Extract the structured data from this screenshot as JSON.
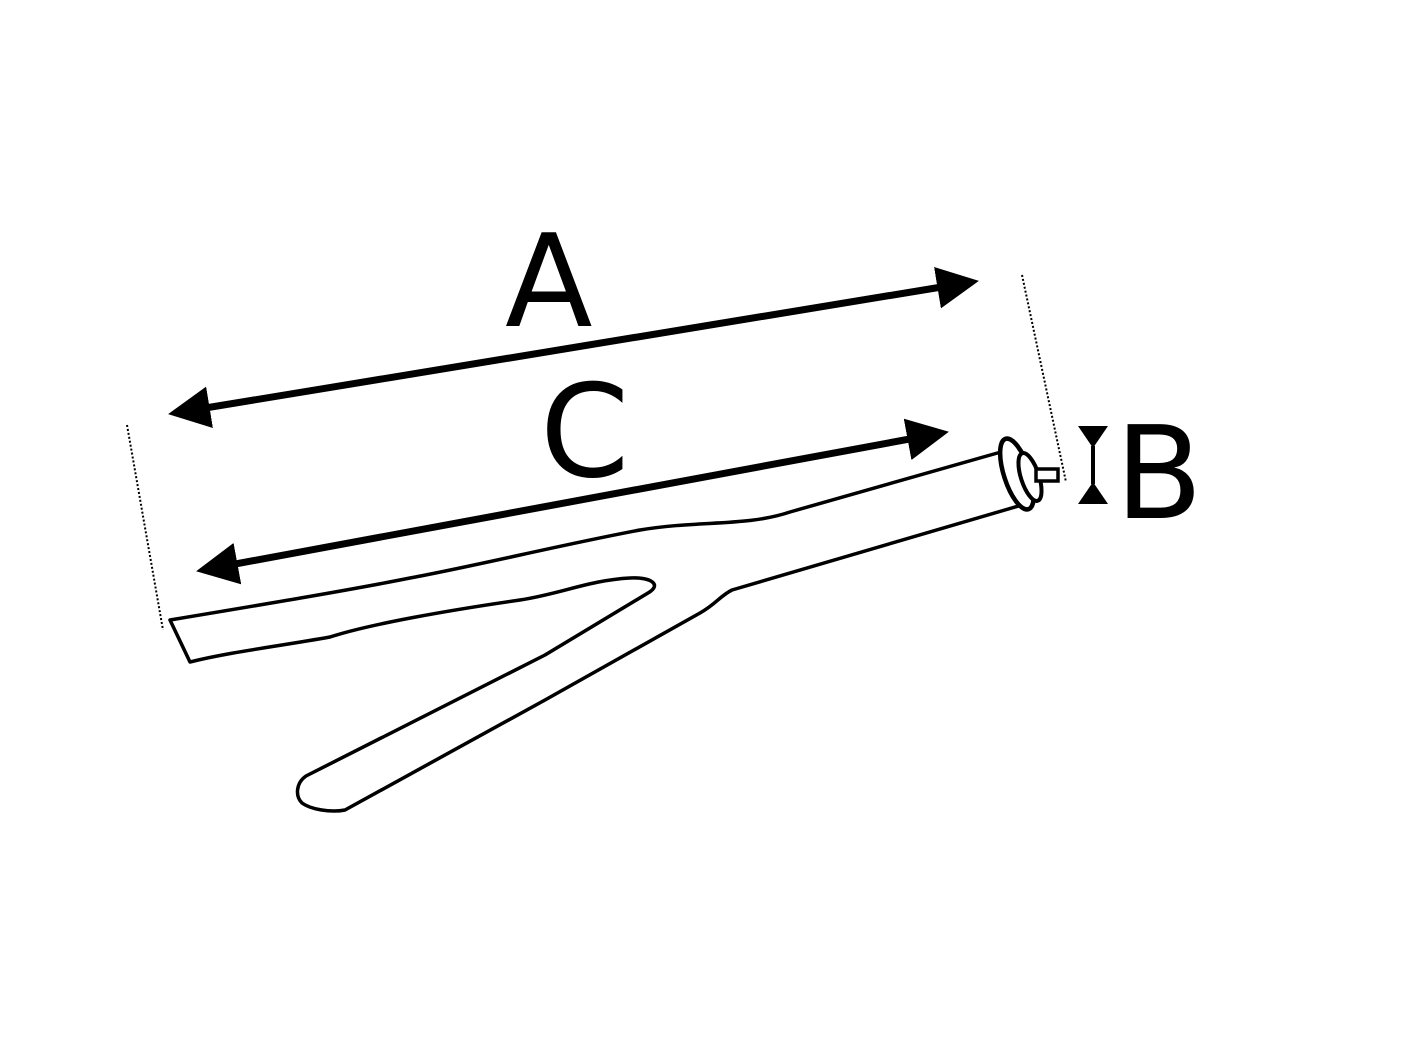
{
  "diagram": {
    "labels": {
      "a": "A",
      "b": "B",
      "c": "C"
    },
    "colors": {
      "line": "#000000",
      "background": "#ffffff"
    }
  }
}
